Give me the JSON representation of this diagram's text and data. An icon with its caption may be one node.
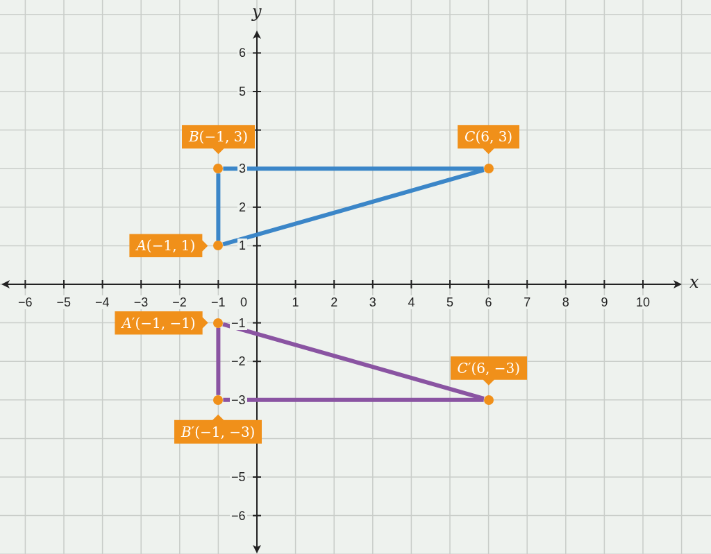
{
  "diagram": {
    "nodes": [
      {
        "text": [],
        "shape": "circle",
        "beside": [
          "*A*(−1, 1)"
        ]
      },
      {
        "text": [],
        "shape": "circle",
        "beside": [
          "*B*(−1, 3)"
        ]
      },
      {
        "text": [],
        "shape": "circle",
        "beside": [
          "*C*(6, 3)"
        ]
      },
      {
        "text": [],
        "shape": "circle",
        "beside": [
          "*A*′(−1, −1)"
        ]
      },
      {
        "text": [],
        "shape": "circle",
        "beside": [
          "*B*′(−1, −3)"
        ]
      },
      {
        "text": [],
        "shape": "circle",
        "beside": [
          "*C*′(6, −3)"
        ]
      }
    ],
    "edges": [
      {
        "from": 0,
        "to": 1,
        "arrow": "none",
        "color": "#3b86c8"
      },
      {
        "from": 1,
        "to": 2,
        "arrow": "none",
        "color": "#3b86c8"
      },
      {
        "from": 2,
        "to": 0,
        "arrow": "none",
        "color": "#3b86c8"
      },
      {
        "from": 3,
        "to": 4,
        "arrow": "none",
        "color": "#8a54a2"
      },
      {
        "from": 4,
        "to": 5,
        "arrow": "none",
        "color": "#8a54a2"
      },
      {
        "from": 5,
        "to": 3,
        "arrow": "none",
        "color": "#8a54a2"
      }
    ],
    "labels": [
      "y",
      "6",
      "5",
      "3",
      "2",
      "1",
      "x",
      "−6",
      "−5",
      "−4",
      "−3",
      "−2",
      "−1",
      "0",
      "1",
      "2",
      "3",
      "4",
      "5",
      "6",
      "7",
      "8",
      "9",
      "10",
      "−1",
      "−2",
      "−3",
      "−5",
      "−6"
    ]
  }
}
